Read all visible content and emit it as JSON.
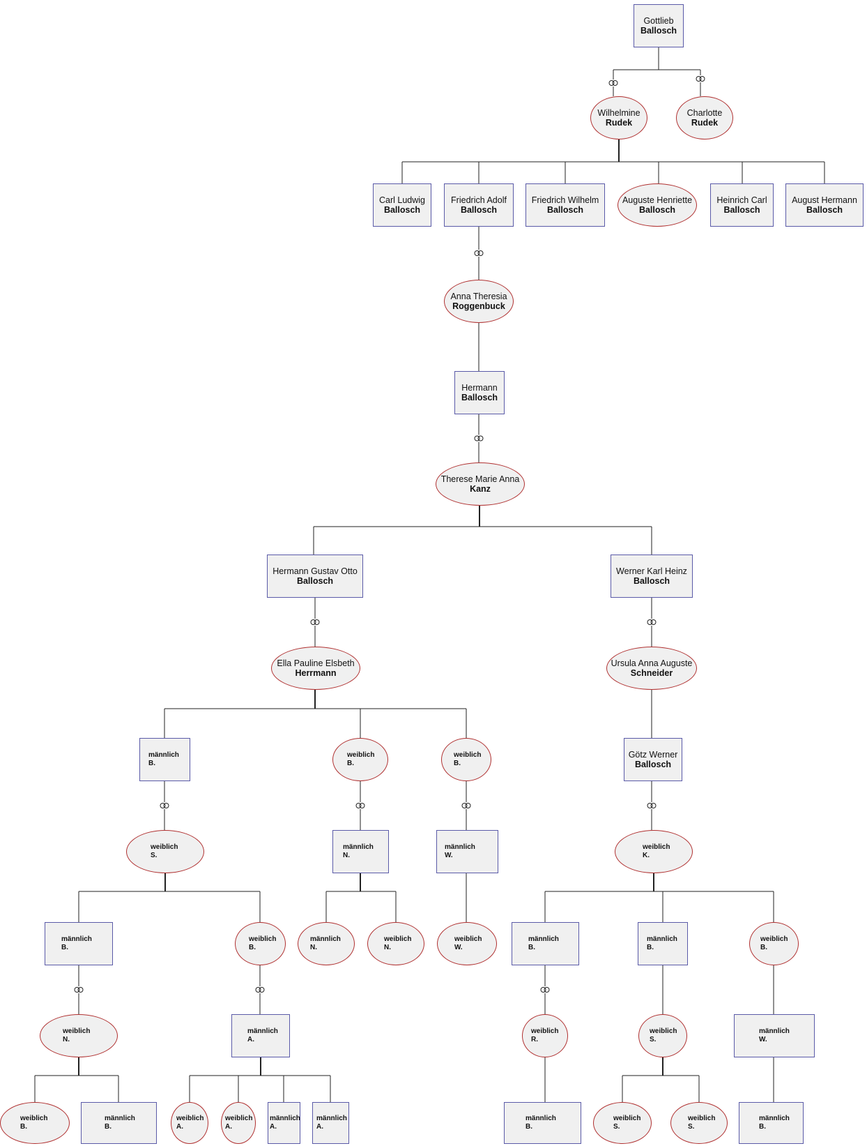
{
  "persons": {
    "gottlieb": {
      "first": "Gottlieb",
      "last": "Ballosch"
    },
    "wilhelmine": {
      "first": "Wilhelmine",
      "last": "Rudek"
    },
    "charlotte": {
      "first": "Charlotte",
      "last": "Rudek"
    },
    "carl_ludwig": {
      "first": "Carl Ludwig",
      "last": "Ballosch"
    },
    "friedrich_adolf": {
      "first": "Friedrich Adolf",
      "last": "Ballosch"
    },
    "friedrich_wilhelm": {
      "first": "Friedrich Wilhelm",
      "last": "Ballosch"
    },
    "auguste_henriette": {
      "first": "Auguste Henriette",
      "last": "Ballosch"
    },
    "heinrich_carl": {
      "first": "Heinrich Carl",
      "last": "Ballosch"
    },
    "august_hermann": {
      "first": "August Hermann",
      "last": "Ballosch"
    },
    "anna_theresia": {
      "first": "Anna Theresia",
      "last": "Roggenbuck"
    },
    "hermann": {
      "first": "Hermann",
      "last": "Ballosch"
    },
    "therese": {
      "first": "Therese Marie Anna",
      "last": "Kanz"
    },
    "hermann_gustav": {
      "first": "Hermann Gustav Otto",
      "last": "Ballosch"
    },
    "werner": {
      "first": "Werner Karl Heinz",
      "last": "Ballosch"
    },
    "ella": {
      "first": "Ella Pauline Elsbeth",
      "last": "Herrmann"
    },
    "ursula": {
      "first": "Ursula Anna Auguste",
      "last": "Schneider"
    },
    "goetz": {
      "first": "Götz Werner",
      "last": "Ballosch"
    },
    "g4_m_b": {
      "first": "männlich",
      "last": "B."
    },
    "g4_w_b1": {
      "first": "weiblich",
      "last": "B."
    },
    "g4_w_b2": {
      "first": "weiblich",
      "last": "B."
    },
    "g4_w_s": {
      "first": "weiblich",
      "last": "S."
    },
    "g4_m_n": {
      "first": "männlich",
      "last": "N."
    },
    "g4_m_w": {
      "first": "männlich",
      "last": "W."
    },
    "g4_w_k": {
      "first": "weiblich",
      "last": "K."
    },
    "g5_m_b1": {
      "first": "männlich",
      "last": "B."
    },
    "g5_w_b1": {
      "first": "weiblich",
      "last": "B."
    },
    "g5_m_n": {
      "first": "männlich",
      "last": "N."
    },
    "g5_w_n": {
      "first": "weiblich",
      "last": "N."
    },
    "g5_w_w": {
      "first": "weiblich",
      "last": "W."
    },
    "g5_m_b2": {
      "first": "männlich",
      "last": "B."
    },
    "g5_m_b3": {
      "first": "männlich",
      "last": "B."
    },
    "g5_w_b2": {
      "first": "weiblich",
      "last": "B."
    },
    "g5_w_n2": {
      "first": "weiblich",
      "last": "N."
    },
    "g5_m_a": {
      "first": "männlich",
      "last": "A."
    },
    "g5_w_r": {
      "first": "weiblich",
      "last": "R."
    },
    "g5_w_s": {
      "first": "weiblich",
      "last": "S."
    },
    "g5_m_w2": {
      "first": "männlich",
      "last": "W."
    },
    "g6_w_b": {
      "first": "weiblich",
      "last": "B."
    },
    "g6_m_b": {
      "first": "männlich",
      "last": "B."
    },
    "g6_w_a1": {
      "first": "weiblich",
      "last": "A."
    },
    "g6_w_a2": {
      "first": "weiblich",
      "last": "A."
    },
    "g6_m_a1": {
      "first": "männlich",
      "last": "A."
    },
    "g6_m_a2": {
      "first": "männlich",
      "last": "A."
    },
    "g6_m_b2": {
      "first": "männlich",
      "last": "B."
    },
    "g6_w_s1": {
      "first": "weiblich",
      "last": "S."
    },
    "g6_w_s2": {
      "first": "weiblich",
      "last": "S."
    },
    "g6_m_b3": {
      "first": "männlich",
      "last": "B."
    }
  },
  "marriage_symbol": "marriage-rings-icon",
  "colors": {
    "male_border": "#5a5aa8",
    "female_border": "#b03030",
    "node_fill": "#f0f0f0",
    "line": "#222222"
  }
}
